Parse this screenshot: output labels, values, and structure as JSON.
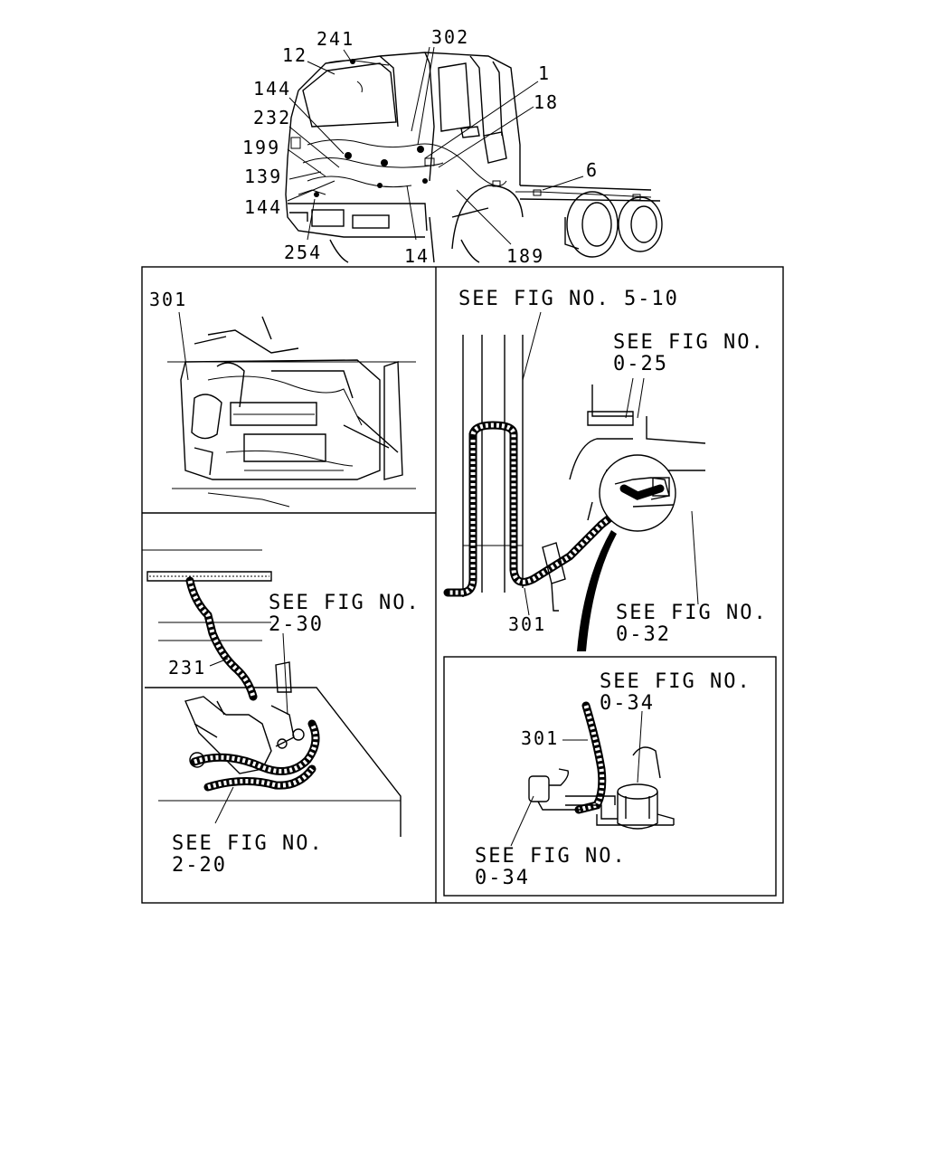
{
  "overview": {
    "callouts": {
      "c241": "241",
      "c302": "302",
      "c12": "12",
      "c1": "1",
      "c144a": "144",
      "c18": "18",
      "c232": "232",
      "c199": "199",
      "c6": "6",
      "c139": "139",
      "c144b": "144",
      "c254": "254",
      "c14": "14",
      "c189": "189"
    }
  },
  "panels": {
    "engine": {
      "part": "301"
    },
    "frame": {
      "ref_top": "SEE FIG NO. 5-10",
      "ref_right_line1": "SEE FIG NO.",
      "ref_right_line2": "0-25",
      "ref_bottom_line1": "SEE FIG NO.",
      "ref_bottom_line2": "0-32",
      "part": "301"
    },
    "cab": {
      "ref_top_line1": "SEE FIG NO.",
      "ref_top_line2": "2-30",
      "part": "231",
      "ref_bottom_line1": "SEE FIG NO.",
      "ref_bottom_line2": "2-20"
    },
    "detail": {
      "ref_top_line1": "SEE FIG NO.",
      "ref_top_line2": "0-34",
      "part": "301",
      "ref_bottom_line1": "SEE FIG NO.",
      "ref_bottom_line2": "0-34"
    }
  }
}
